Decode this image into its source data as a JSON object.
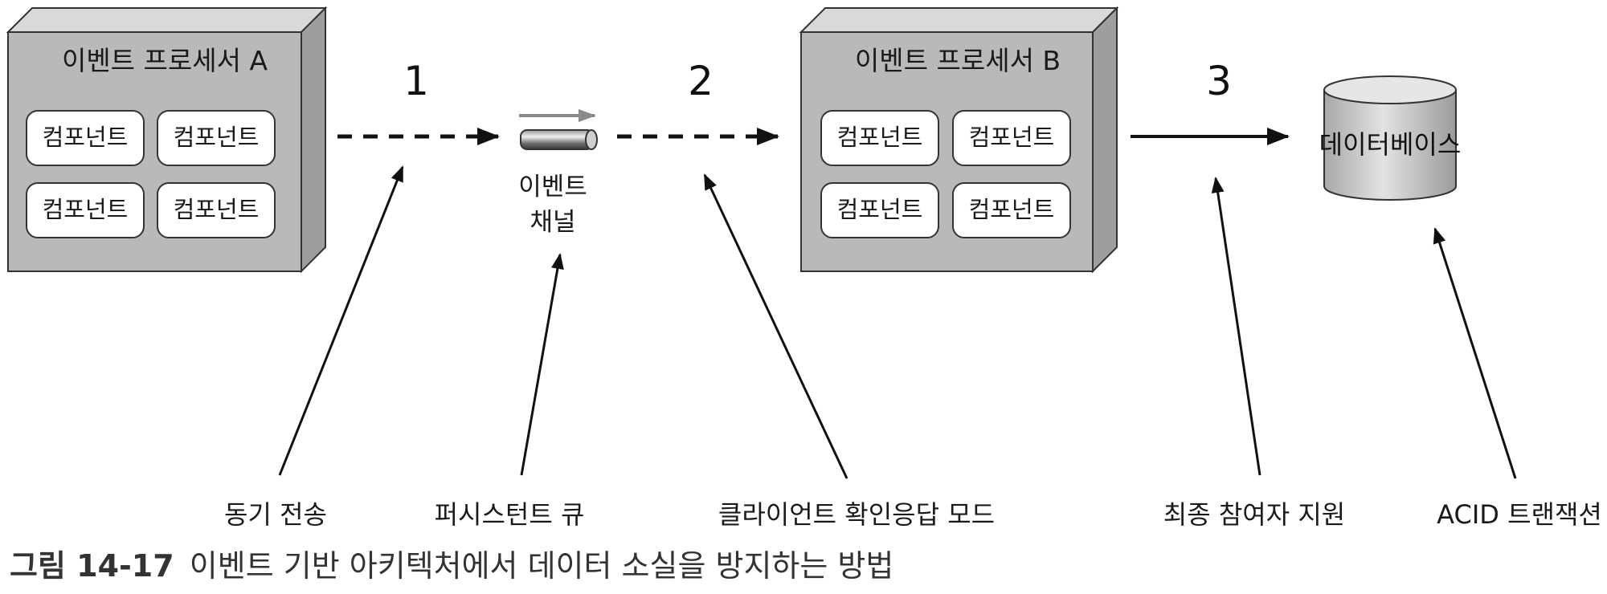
{
  "processor_a": {
    "title": "이벤트 프로세서 A",
    "components": [
      "컴포넌트",
      "컴포넌트",
      "컴포넌트",
      "컴포넌트"
    ]
  },
  "processor_b": {
    "title": "이벤트 프로세서 B",
    "components": [
      "컴포넌트",
      "컴포넌트",
      "컴포넌트",
      "컴포넌트"
    ]
  },
  "steps": [
    "1",
    "2",
    "3"
  ],
  "channel": {
    "line1": "이벤트",
    "line2": "채널"
  },
  "database": {
    "label": "데이터베이스"
  },
  "annotations": {
    "sync": "동기 전송",
    "persistent_queue": "퍼시스턴트 큐",
    "client_ack": "클라이언트 확인응답 모드",
    "last_participant": "최종 참여자 지원",
    "acid": "ACID 트랜잭션"
  },
  "caption": {
    "number": "그림 14-17",
    "text": "이벤트 기반 아키텍처에서 데이터 소실을 방지하는 방법"
  },
  "colors": {
    "box_front": "#b9b9b9",
    "box_side": "#9e9e9e",
    "box_top": "#d9d9d9",
    "outline": "#333333",
    "component_fill": "#ffffff",
    "db_fill": "#cfcfcf",
    "arrow": "#111111"
  }
}
